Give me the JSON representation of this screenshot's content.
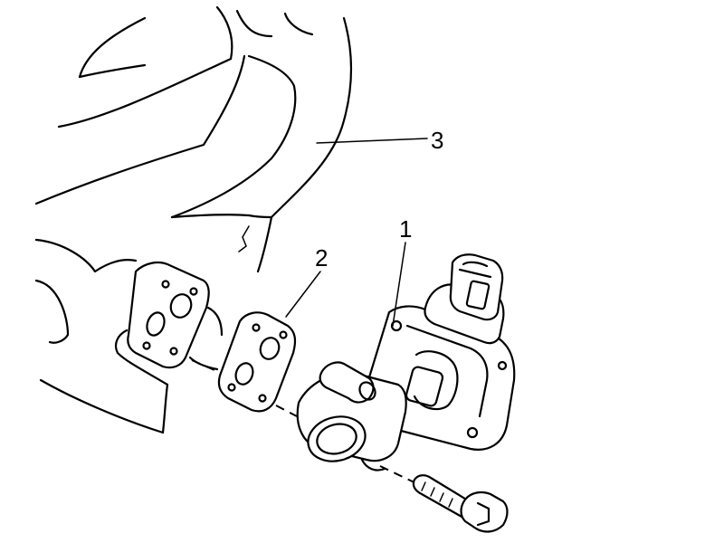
{
  "diagram": {
    "callouts": [
      {
        "id": "callout-1",
        "label": "1"
      },
      {
        "id": "callout-2",
        "label": "2"
      },
      {
        "id": "callout-3",
        "label": "3"
      }
    ]
  }
}
